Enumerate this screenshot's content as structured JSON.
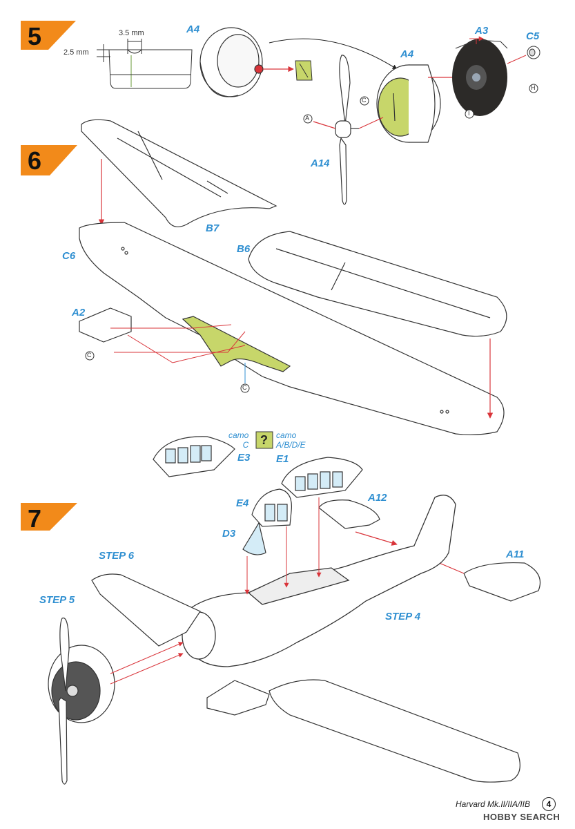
{
  "steps": [
    {
      "number": "5"
    },
    {
      "number": "6"
    },
    {
      "number": "7"
    }
  ],
  "step5": {
    "dim_width": "3.5 mm",
    "dim_height": "2.5 mm",
    "label_a4_left": "A4",
    "label_a4_right": "A4",
    "label_a3": "A3",
    "label_c5": "C5",
    "label_a14": "A14",
    "glue_a": "A",
    "glue_c": "C",
    "glue_h": "H",
    "glue_i": "I"
  },
  "step6": {
    "label_b7": "B7",
    "label_c6": "C6",
    "label_b6": "B6",
    "label_a2": "A2",
    "glue_c1": "C",
    "glue_c2": "C"
  },
  "step7": {
    "camo_left": "camo\nC",
    "camo_right": "camo\nA/B/D/E",
    "question_mark": "?",
    "label_e3": "E3",
    "label_e1": "E1",
    "label_e4": "E4",
    "label_a12": "A12",
    "label_d3": "D3",
    "label_a11": "A11",
    "step6_ref": "STEP 6",
    "step5_ref": "STEP 5",
    "step4_ref": "STEP 4"
  },
  "footer": {
    "model": "Harvard Mk.II/IIA/IIB",
    "page": "4",
    "watermark": "HOBBY SEARCH"
  },
  "colors": {
    "flag_orange": "#f28a1a",
    "label_blue": "#2f8fd1",
    "arrow_red": "#d9343a",
    "part_green": "#c7d66a",
    "glass_blue": "#d4ecf7"
  }
}
